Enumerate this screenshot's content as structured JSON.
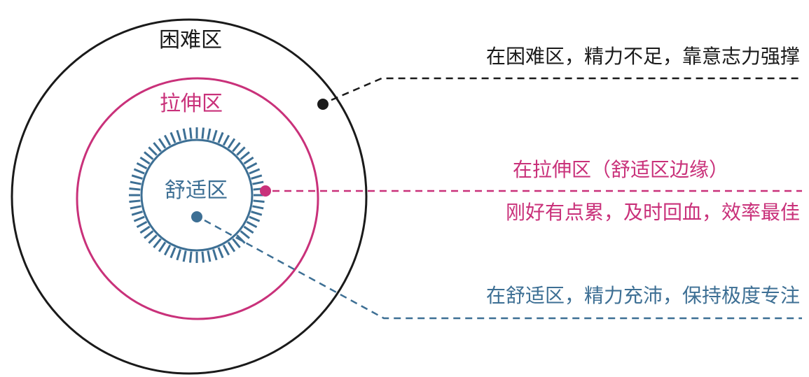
{
  "zones": {
    "difficult": {
      "label": "困难区",
      "color": "#1a1a1a"
    },
    "stretch": {
      "label": "拉伸区",
      "color": "#c9317a"
    },
    "comfort": {
      "label": "舒适区",
      "color": "#3d6f94"
    }
  },
  "notes": {
    "difficult": "在困难区，精力不足，靠意志力强撑",
    "stretch_line1": "在拉伸区（舒适区边缘）",
    "stretch_line2": "刚好有点累，及时回血，效率最佳",
    "comfort": "在舒适区，精力充沛，保持极度专注"
  }
}
